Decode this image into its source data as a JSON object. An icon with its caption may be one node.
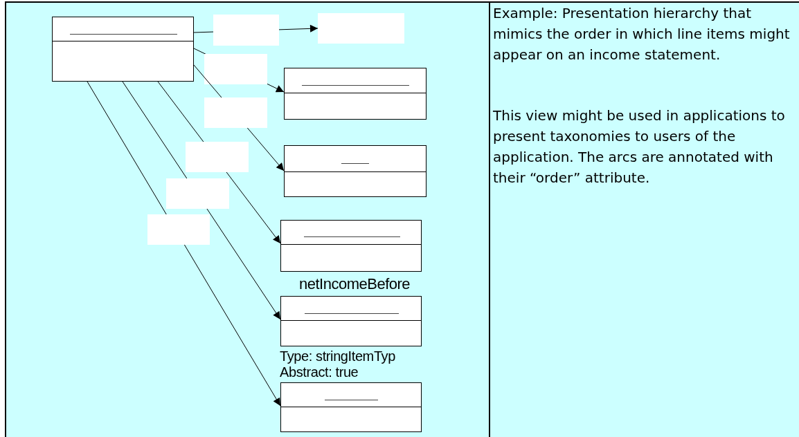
{
  "diagram": {
    "nodes": [
      {
        "text": [],
        "shape": "box"
      },
      {
        "text": [],
        "shape": "box"
      },
      {
        "text": [],
        "shape": "box"
      },
      {
        "text": [],
        "shape": "box"
      },
      {
        "text": [],
        "shape": "box"
      },
      {
        "text": [],
        "shape": "box"
      },
      {
        "text": [],
        "shape": "box"
      }
    ],
    "edges": [
      {
        "from": 0,
        "to": 1,
        "arrow": "to"
      },
      {
        "from": 0,
        "to": 2,
        "arrow": "to"
      },
      {
        "from": 0,
        "to": 3,
        "arrow": "to"
      },
      {
        "from": 0,
        "to": 4,
        "arrow": "to"
      },
      {
        "from": 0,
        "to": 5,
        "arrow": "to"
      },
      {
        "from": 0,
        "to": 6,
        "arrow": "to"
      }
    ],
    "labels": [
      "netIncomeBefore",
      "Type: stringItemTyp",
      "Abstract: true",
      "Example: Presentation hierarchy that mimics the order in which line items might appear on an income statement.",
      "This view might be used in applications to present taxonomies to users of the application. The arcs are annotated with their “order” attribute."
    ]
  }
}
